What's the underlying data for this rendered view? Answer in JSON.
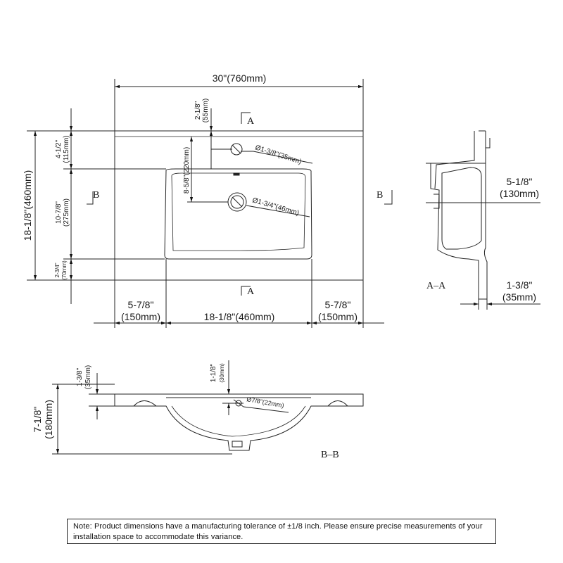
{
  "top_view": {
    "overall_width": "30\"(760mm)",
    "overall_depth": "18-1/8\"(460mm)",
    "faucet_offset_in": "2-1/8\"",
    "faucet_offset_mm": "(55mm)",
    "faucet_hole": "Ø1-3/8\"(35mm)",
    "drain_hole": "Ø1-3/4\"(46mm)",
    "front_setback_in": "4-1/2\"",
    "front_setback_mm": "(115mm)",
    "drain_depth": "8-5/8\"(220mm)",
    "bowl_depth_in": "10-7/8\"",
    "bowl_depth_mm": "(275mm)",
    "back_margin_in": "2-3/4\"",
    "back_margin_mm": "(70mm)",
    "left_side_in": "5-7/8\"",
    "left_side_mm": "(150mm)",
    "bowl_width": "18-1/8\"(460mm)",
    "right_side_in": "5-7/8\"",
    "right_side_mm": "(150mm)",
    "section_a": "A",
    "section_b": "B"
  },
  "section_aa": {
    "label": "A–A",
    "bowl_height_in": "5-1/8\"",
    "bowl_height_mm": "(130mm)",
    "slab_in": "1-3/8\"",
    "slab_mm": "(35mm)"
  },
  "section_bb": {
    "label": "B–B",
    "total_height_in": "7-1/8\"",
    "total_height_mm": "(180mm)",
    "slab_in": "1-3/8\"",
    "slab_mm": "(35mm)",
    "overflow_in": "1-1/8\"",
    "overflow_mm": "(30mm)",
    "overflow_hole": "Ø7/8\"(22mm)"
  },
  "note": "Note: Product dimensions have a manufacturing tolerance of ±1/8 inch. Please ensure precise measurements of your installation space to accommodate this variance."
}
